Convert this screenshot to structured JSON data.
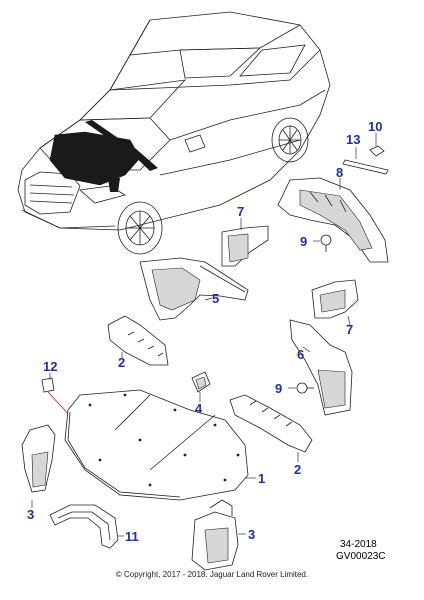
{
  "diagram": {
    "callouts": [
      "1",
      "2",
      "2",
      "3",
      "3",
      "4",
      "5",
      "6",
      "7",
      "7",
      "8",
      "9",
      "9",
      "10",
      "11",
      "12",
      "13"
    ],
    "reference_code": "34-2018",
    "drawing_number": "GV00023C",
    "copyright": "© Copyright, 2017 - 2018. Jaguar Land Rover Limited.",
    "colors": {
      "callout": "#1f2fa8",
      "line": "#222222",
      "insulator_fill": "#1a1a1a",
      "leader_red": "#d0021b"
    }
  }
}
